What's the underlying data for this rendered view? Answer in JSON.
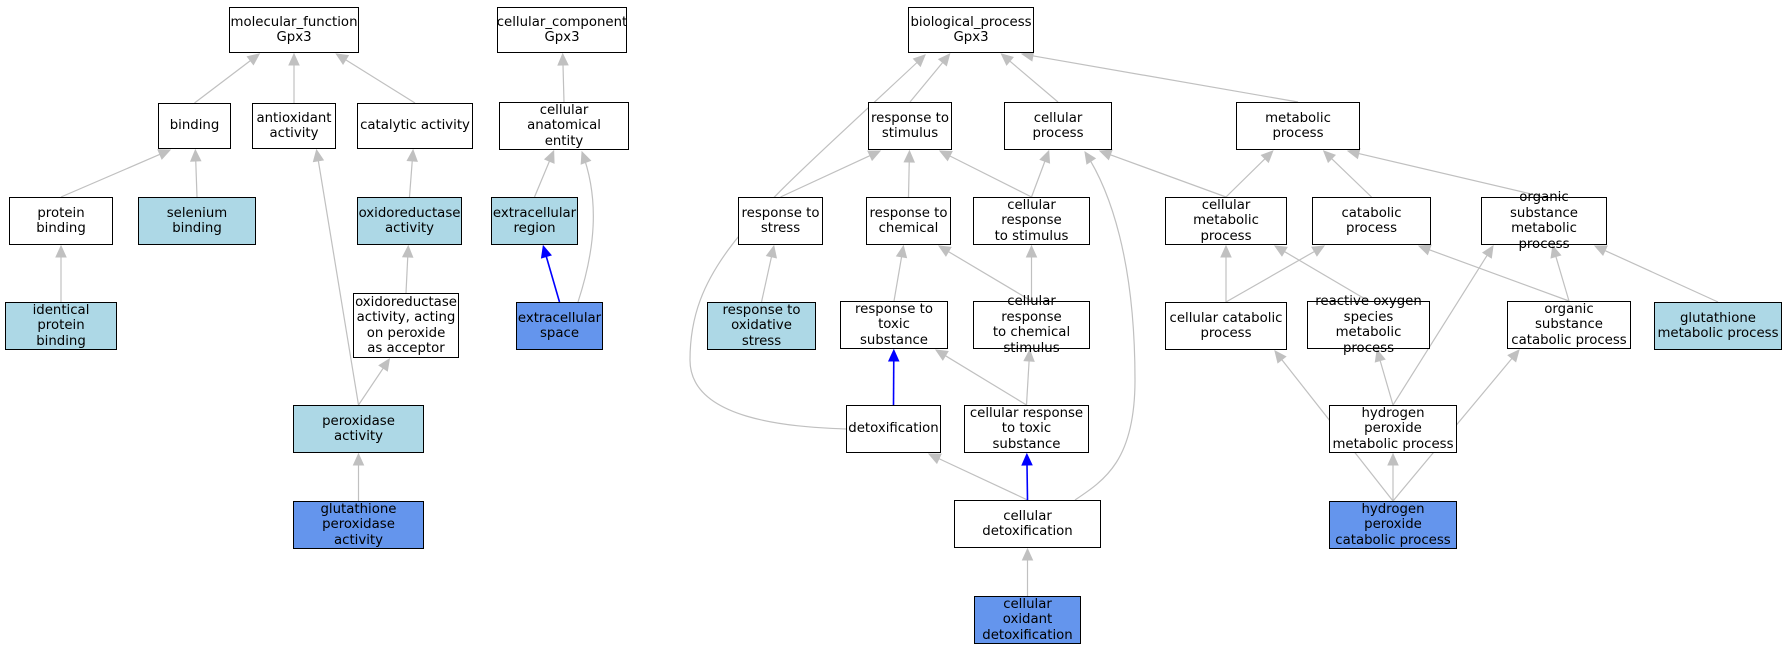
{
  "graph": {
    "colors": {
      "edge": "#c0c0c0",
      "edge_highlight": "#0000ff",
      "node_plain": "#ffffff",
      "node_light": "#add8e6",
      "node_dark": "#6495ed"
    },
    "nodes": [
      {
        "id": "mf",
        "label": "molecular_function\nGpx3",
        "fill": "plain"
      },
      {
        "id": "cc",
        "label": "cellular_component\nGpx3",
        "fill": "plain"
      },
      {
        "id": "bp",
        "label": "biological_process\nGpx3",
        "fill": "plain"
      },
      {
        "id": "binding",
        "label": "binding",
        "fill": "plain"
      },
      {
        "id": "antiox",
        "label": "antioxidant\nactivity",
        "fill": "plain"
      },
      {
        "id": "catalytic",
        "label": "catalytic activity",
        "fill": "plain"
      },
      {
        "id": "anat",
        "label": "cellular anatomical\nentity",
        "fill": "plain"
      },
      {
        "id": "protbind",
        "label": "protein binding",
        "fill": "plain"
      },
      {
        "id": "selbind",
        "label": "selenium binding",
        "fill": "light"
      },
      {
        "id": "oxred",
        "label": "oxidoreductase\nactivity",
        "fill": "light"
      },
      {
        "id": "extreg",
        "label": "extracellular\nregion",
        "fill": "light"
      },
      {
        "id": "identbind",
        "label": "identical protein\nbinding",
        "fill": "light"
      },
      {
        "id": "oxredperox",
        "label": "oxidoreductase\nactivity, acting\non peroxide\nas acceptor",
        "fill": "plain"
      },
      {
        "id": "extspace",
        "label": "extracellular\nspace",
        "fill": "dark"
      },
      {
        "id": "peroxact",
        "label": "peroxidase activity",
        "fill": "light"
      },
      {
        "id": "gpxact",
        "label": "glutathione\nperoxidase activity",
        "fill": "dark"
      },
      {
        "id": "respstim",
        "label": "response to\nstimulus",
        "fill": "plain"
      },
      {
        "id": "cellproc",
        "label": "cellular process",
        "fill": "plain"
      },
      {
        "id": "metproc",
        "label": "metabolic process",
        "fill": "plain"
      },
      {
        "id": "respstress",
        "label": "response to\nstress",
        "fill": "plain"
      },
      {
        "id": "respchem",
        "label": "response to\nchemical",
        "fill": "plain"
      },
      {
        "id": "cellrespstim",
        "label": "cellular response\nto stimulus",
        "fill": "plain"
      },
      {
        "id": "cellmet",
        "label": "cellular metabolic\nprocess",
        "fill": "plain"
      },
      {
        "id": "catab",
        "label": "catabolic process",
        "fill": "plain"
      },
      {
        "id": "orgmet",
        "label": "organic substance\nmetabolic process",
        "fill": "plain"
      },
      {
        "id": "respox",
        "label": "response to\noxidative stress",
        "fill": "light"
      },
      {
        "id": "resptox",
        "label": "response to\ntoxic substance",
        "fill": "plain"
      },
      {
        "id": "cellrespchem",
        "label": "cellular response\nto chemical\nstimulus",
        "fill": "plain"
      },
      {
        "id": "cellcatab",
        "label": "cellular catabolic\nprocess",
        "fill": "plain"
      },
      {
        "id": "ros",
        "label": "reactive oxygen\nspecies metabolic\nprocess",
        "fill": "plain"
      },
      {
        "id": "orgcatab",
        "label": "organic substance\ncatabolic process",
        "fill": "plain"
      },
      {
        "id": "gshmet",
        "label": "glutathione\nmetabolic process",
        "fill": "light"
      },
      {
        "id": "detox",
        "label": "detoxification",
        "fill": "plain"
      },
      {
        "id": "cellresptox",
        "label": "cellular response\nto toxic substance",
        "fill": "plain"
      },
      {
        "id": "h2o2met",
        "label": "hydrogen peroxide\nmetabolic process",
        "fill": "plain"
      },
      {
        "id": "celldetox",
        "label": "cellular detoxification",
        "fill": "plain"
      },
      {
        "id": "h2o2catab",
        "label": "hydrogen peroxide\ncatabolic process",
        "fill": "dark"
      },
      {
        "id": "celloxdetox",
        "label": "cellular oxidant\ndetoxification",
        "fill": "dark"
      }
    ],
    "edges": [
      {
        "from": "binding",
        "to": "mf"
      },
      {
        "from": "antiox",
        "to": "mf"
      },
      {
        "from": "catalytic",
        "to": "mf"
      },
      {
        "from": "protbind",
        "to": "binding"
      },
      {
        "from": "selbind",
        "to": "binding"
      },
      {
        "from": "identbind",
        "to": "protbind"
      },
      {
        "from": "oxred",
        "to": "catalytic"
      },
      {
        "from": "oxredperox",
        "to": "oxred"
      },
      {
        "from": "peroxact",
        "to": "oxredperox"
      },
      {
        "from": "peroxact",
        "to": "antiox"
      },
      {
        "from": "gpxact",
        "to": "peroxact"
      },
      {
        "from": "anat",
        "to": "cc"
      },
      {
        "from": "extreg",
        "to": "anat"
      },
      {
        "from": "extspace",
        "to": "anat"
      },
      {
        "from": "extspace",
        "to": "extreg",
        "highlight": true
      },
      {
        "from": "respstim",
        "to": "bp"
      },
      {
        "from": "cellproc",
        "to": "bp"
      },
      {
        "from": "metproc",
        "to": "bp"
      },
      {
        "from": "detox",
        "to": "bp"
      },
      {
        "from": "respstress",
        "to": "respstim"
      },
      {
        "from": "respchem",
        "to": "respstim"
      },
      {
        "from": "cellrespstim",
        "to": "respstim"
      },
      {
        "from": "cellrespstim",
        "to": "cellproc"
      },
      {
        "from": "cellmet",
        "to": "cellproc"
      },
      {
        "from": "celldetox",
        "to": "cellproc"
      },
      {
        "from": "cellmet",
        "to": "metproc"
      },
      {
        "from": "catab",
        "to": "metproc"
      },
      {
        "from": "orgmet",
        "to": "metproc"
      },
      {
        "from": "respox",
        "to": "respstress"
      },
      {
        "from": "resptox",
        "to": "respchem"
      },
      {
        "from": "cellrespchem",
        "to": "respchem"
      },
      {
        "from": "cellrespchem",
        "to": "cellrespstim"
      },
      {
        "from": "cellcatab",
        "to": "cellmet"
      },
      {
        "from": "cellcatab",
        "to": "catab"
      },
      {
        "from": "ros",
        "to": "cellmet"
      },
      {
        "from": "orgcatab",
        "to": "catab"
      },
      {
        "from": "orgcatab",
        "to": "orgmet"
      },
      {
        "from": "gshmet",
        "to": "orgmet"
      },
      {
        "from": "h2o2met",
        "to": "ros"
      },
      {
        "from": "h2o2met",
        "to": "orgmet"
      },
      {
        "from": "detox",
        "to": "resptox",
        "highlight": true
      },
      {
        "from": "cellresptox",
        "to": "resptox"
      },
      {
        "from": "cellresptox",
        "to": "cellrespchem"
      },
      {
        "from": "celldetox",
        "to": "detox"
      },
      {
        "from": "celldetox",
        "to": "cellresptox",
        "highlight": true
      },
      {
        "from": "h2o2catab",
        "to": "h2o2met"
      },
      {
        "from": "h2o2catab",
        "to": "cellcatab"
      },
      {
        "from": "h2o2catab",
        "to": "orgcatab"
      },
      {
        "from": "celloxdetox",
        "to": "celldetox"
      }
    ]
  }
}
